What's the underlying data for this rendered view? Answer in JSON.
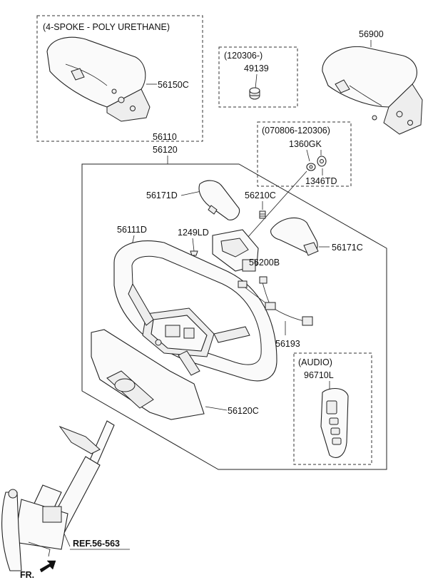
{
  "variant_4spoke": {
    "caption": "(4-SPOKE - POLY URETHANE)",
    "part": "56150C"
  },
  "airbag_top": {
    "part": "56900"
  },
  "clip_box": {
    "date": "(120306-)",
    "part": "49139"
  },
  "nut_box": {
    "date": "(070806-120306)",
    "part_a": "1360GK",
    "part_b": "1346TD"
  },
  "main_assembly": {
    "part_a": "56110",
    "part_b": "56120"
  },
  "parts": {
    "cover_left": "56171D",
    "clock_spring_screw": "56210C",
    "wheel_body": "56111D",
    "bolt": "1249LD",
    "clock_spring": "56200B",
    "cover_right": "56171C",
    "harness": "56193",
    "lower_cover": "56120C"
  },
  "audio_box": {
    "caption": "(AUDIO)",
    "part": "96710L"
  },
  "reference": {
    "label": "REF.56-563"
  },
  "direction": {
    "label": "FR."
  }
}
